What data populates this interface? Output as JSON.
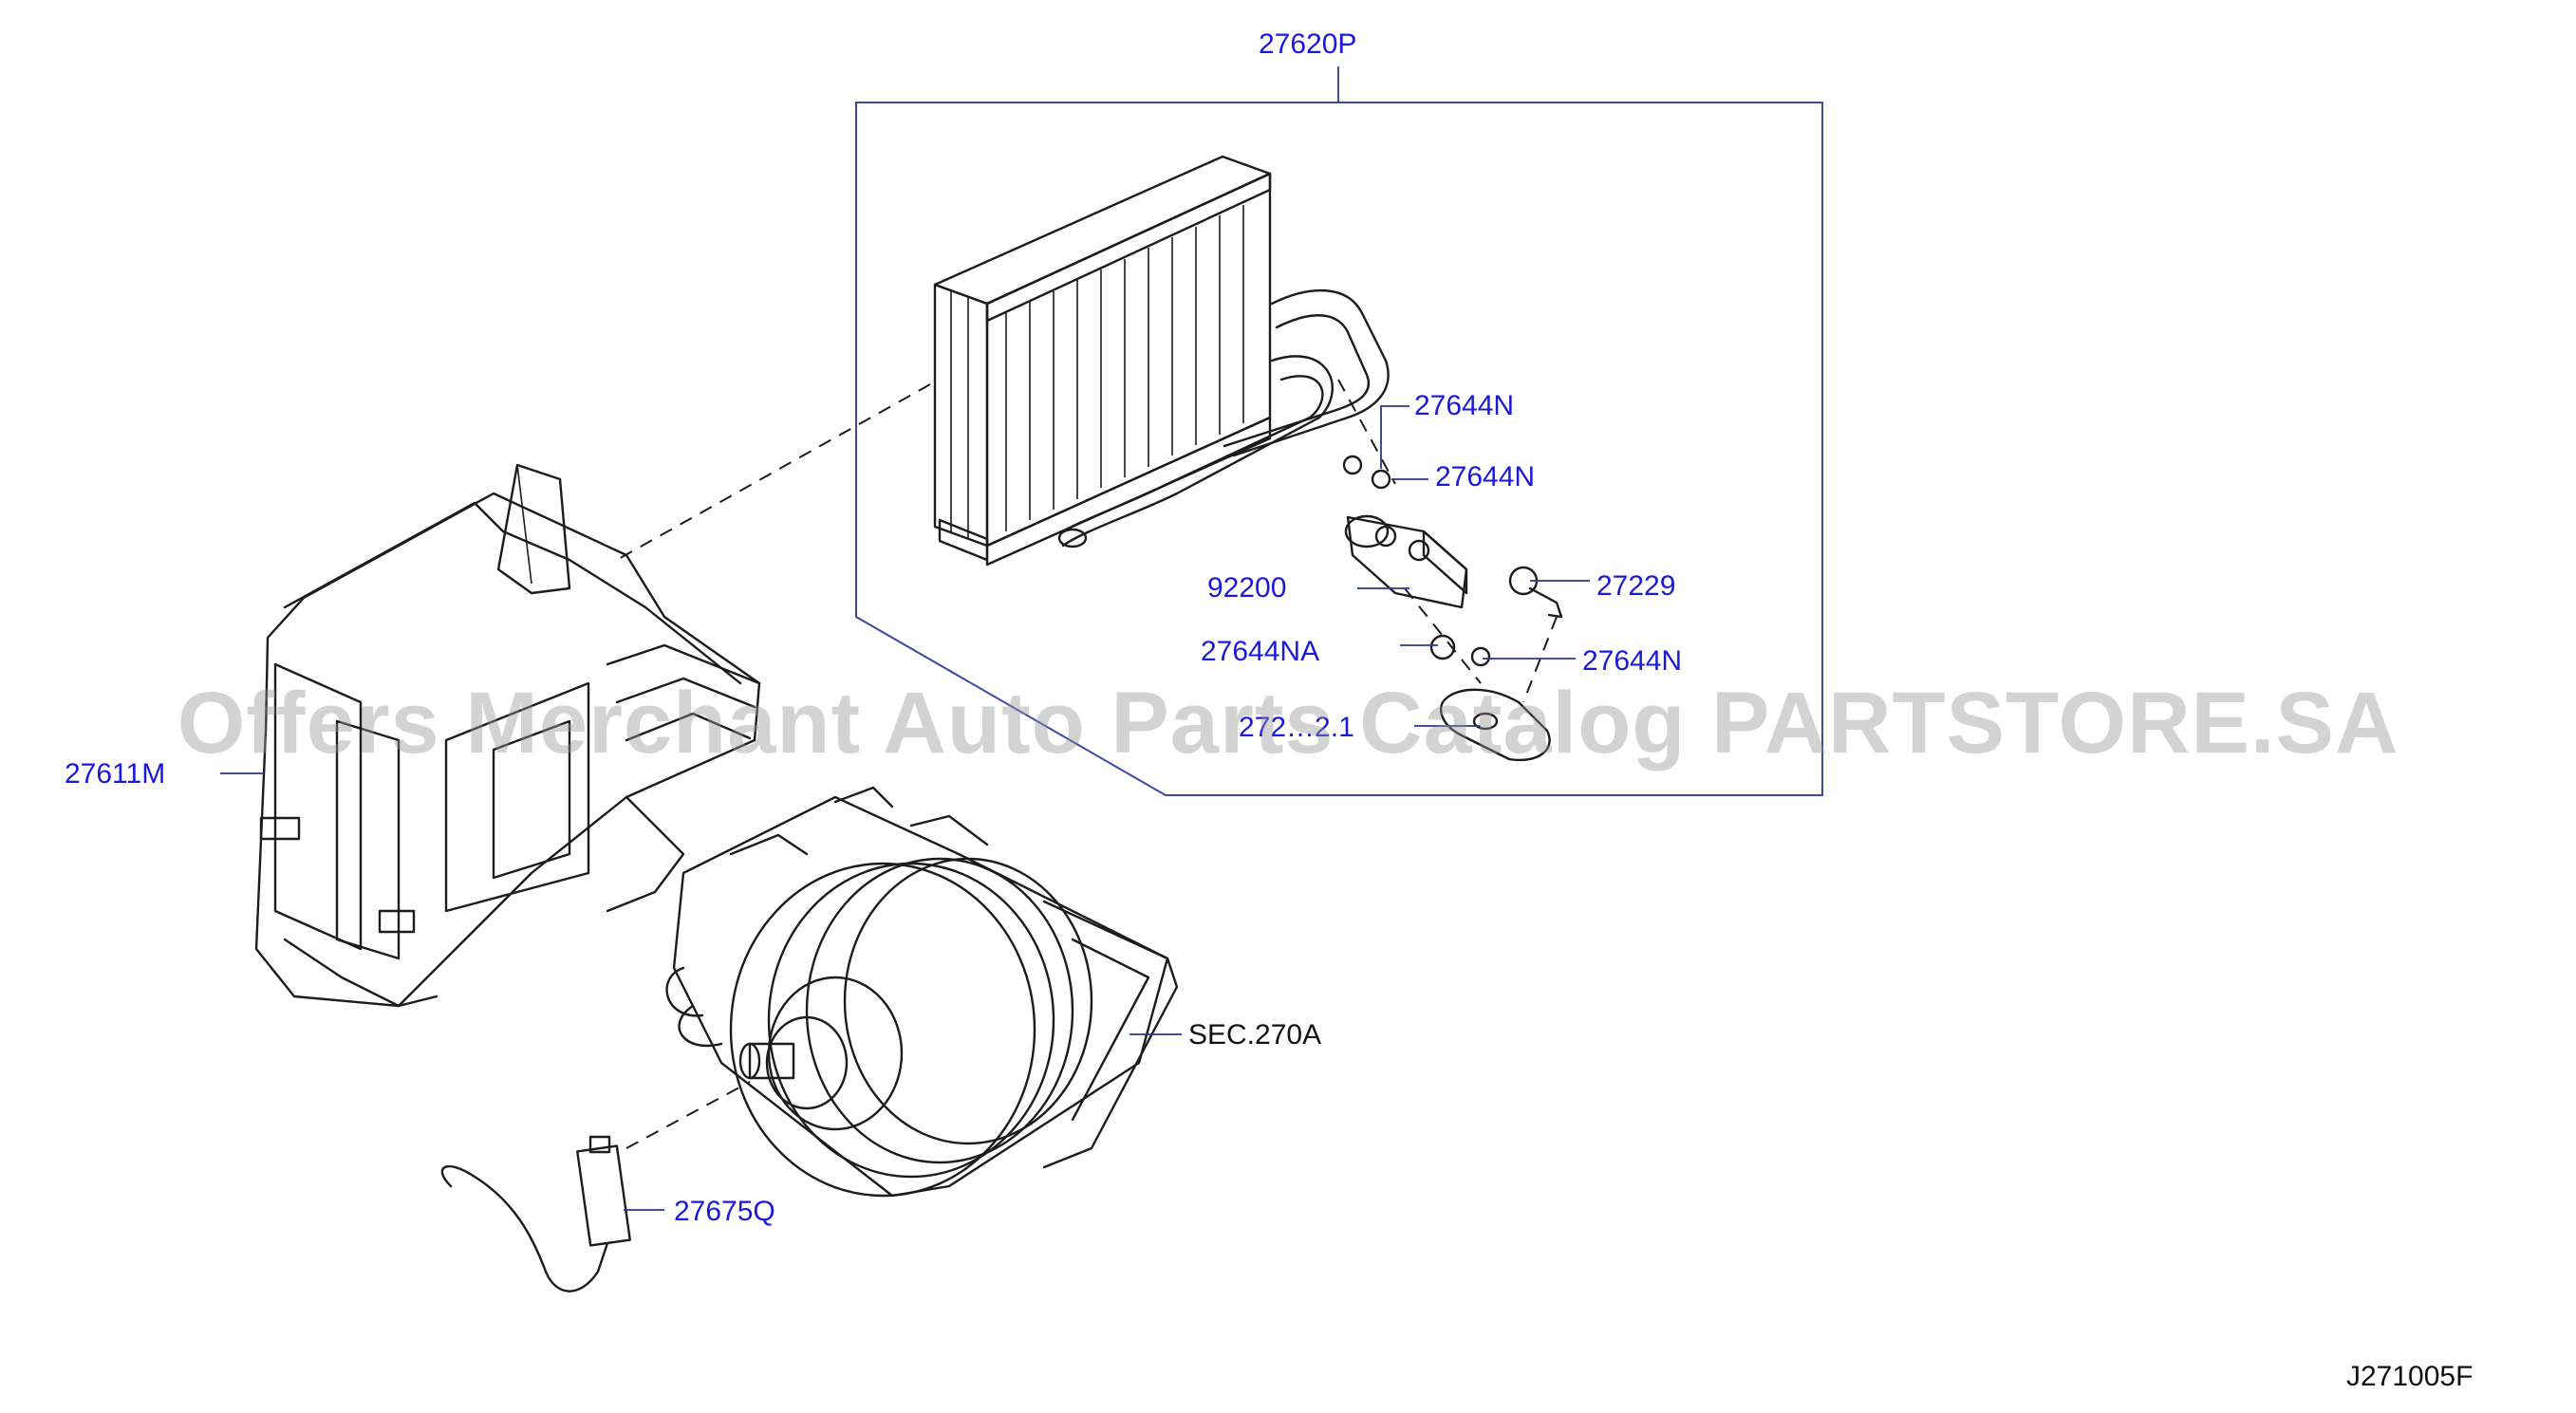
{
  "diagram_id": "J271005F",
  "watermark": "Offers Merchant Auto Parts Catalog PARTSTORE.SA",
  "callouts": {
    "evaporator_assembly": "27620P",
    "o_ring_1": "27644N",
    "o_ring_2": "27644N",
    "expansion_valve": "92200",
    "bolt": "27229",
    "o_ring_na": "27644NA",
    "o_ring_3": "27644N",
    "hidden_part": "272…2.1",
    "heater_case": "27611M",
    "blower_section_ref": "SEC.270A",
    "harness": "27675Q"
  },
  "colors": {
    "callout_text": "#1a1adc",
    "line_art": "#1c1c1c",
    "leader_line": "#2a3a8a",
    "box_border": "#3a4aa0"
  }
}
